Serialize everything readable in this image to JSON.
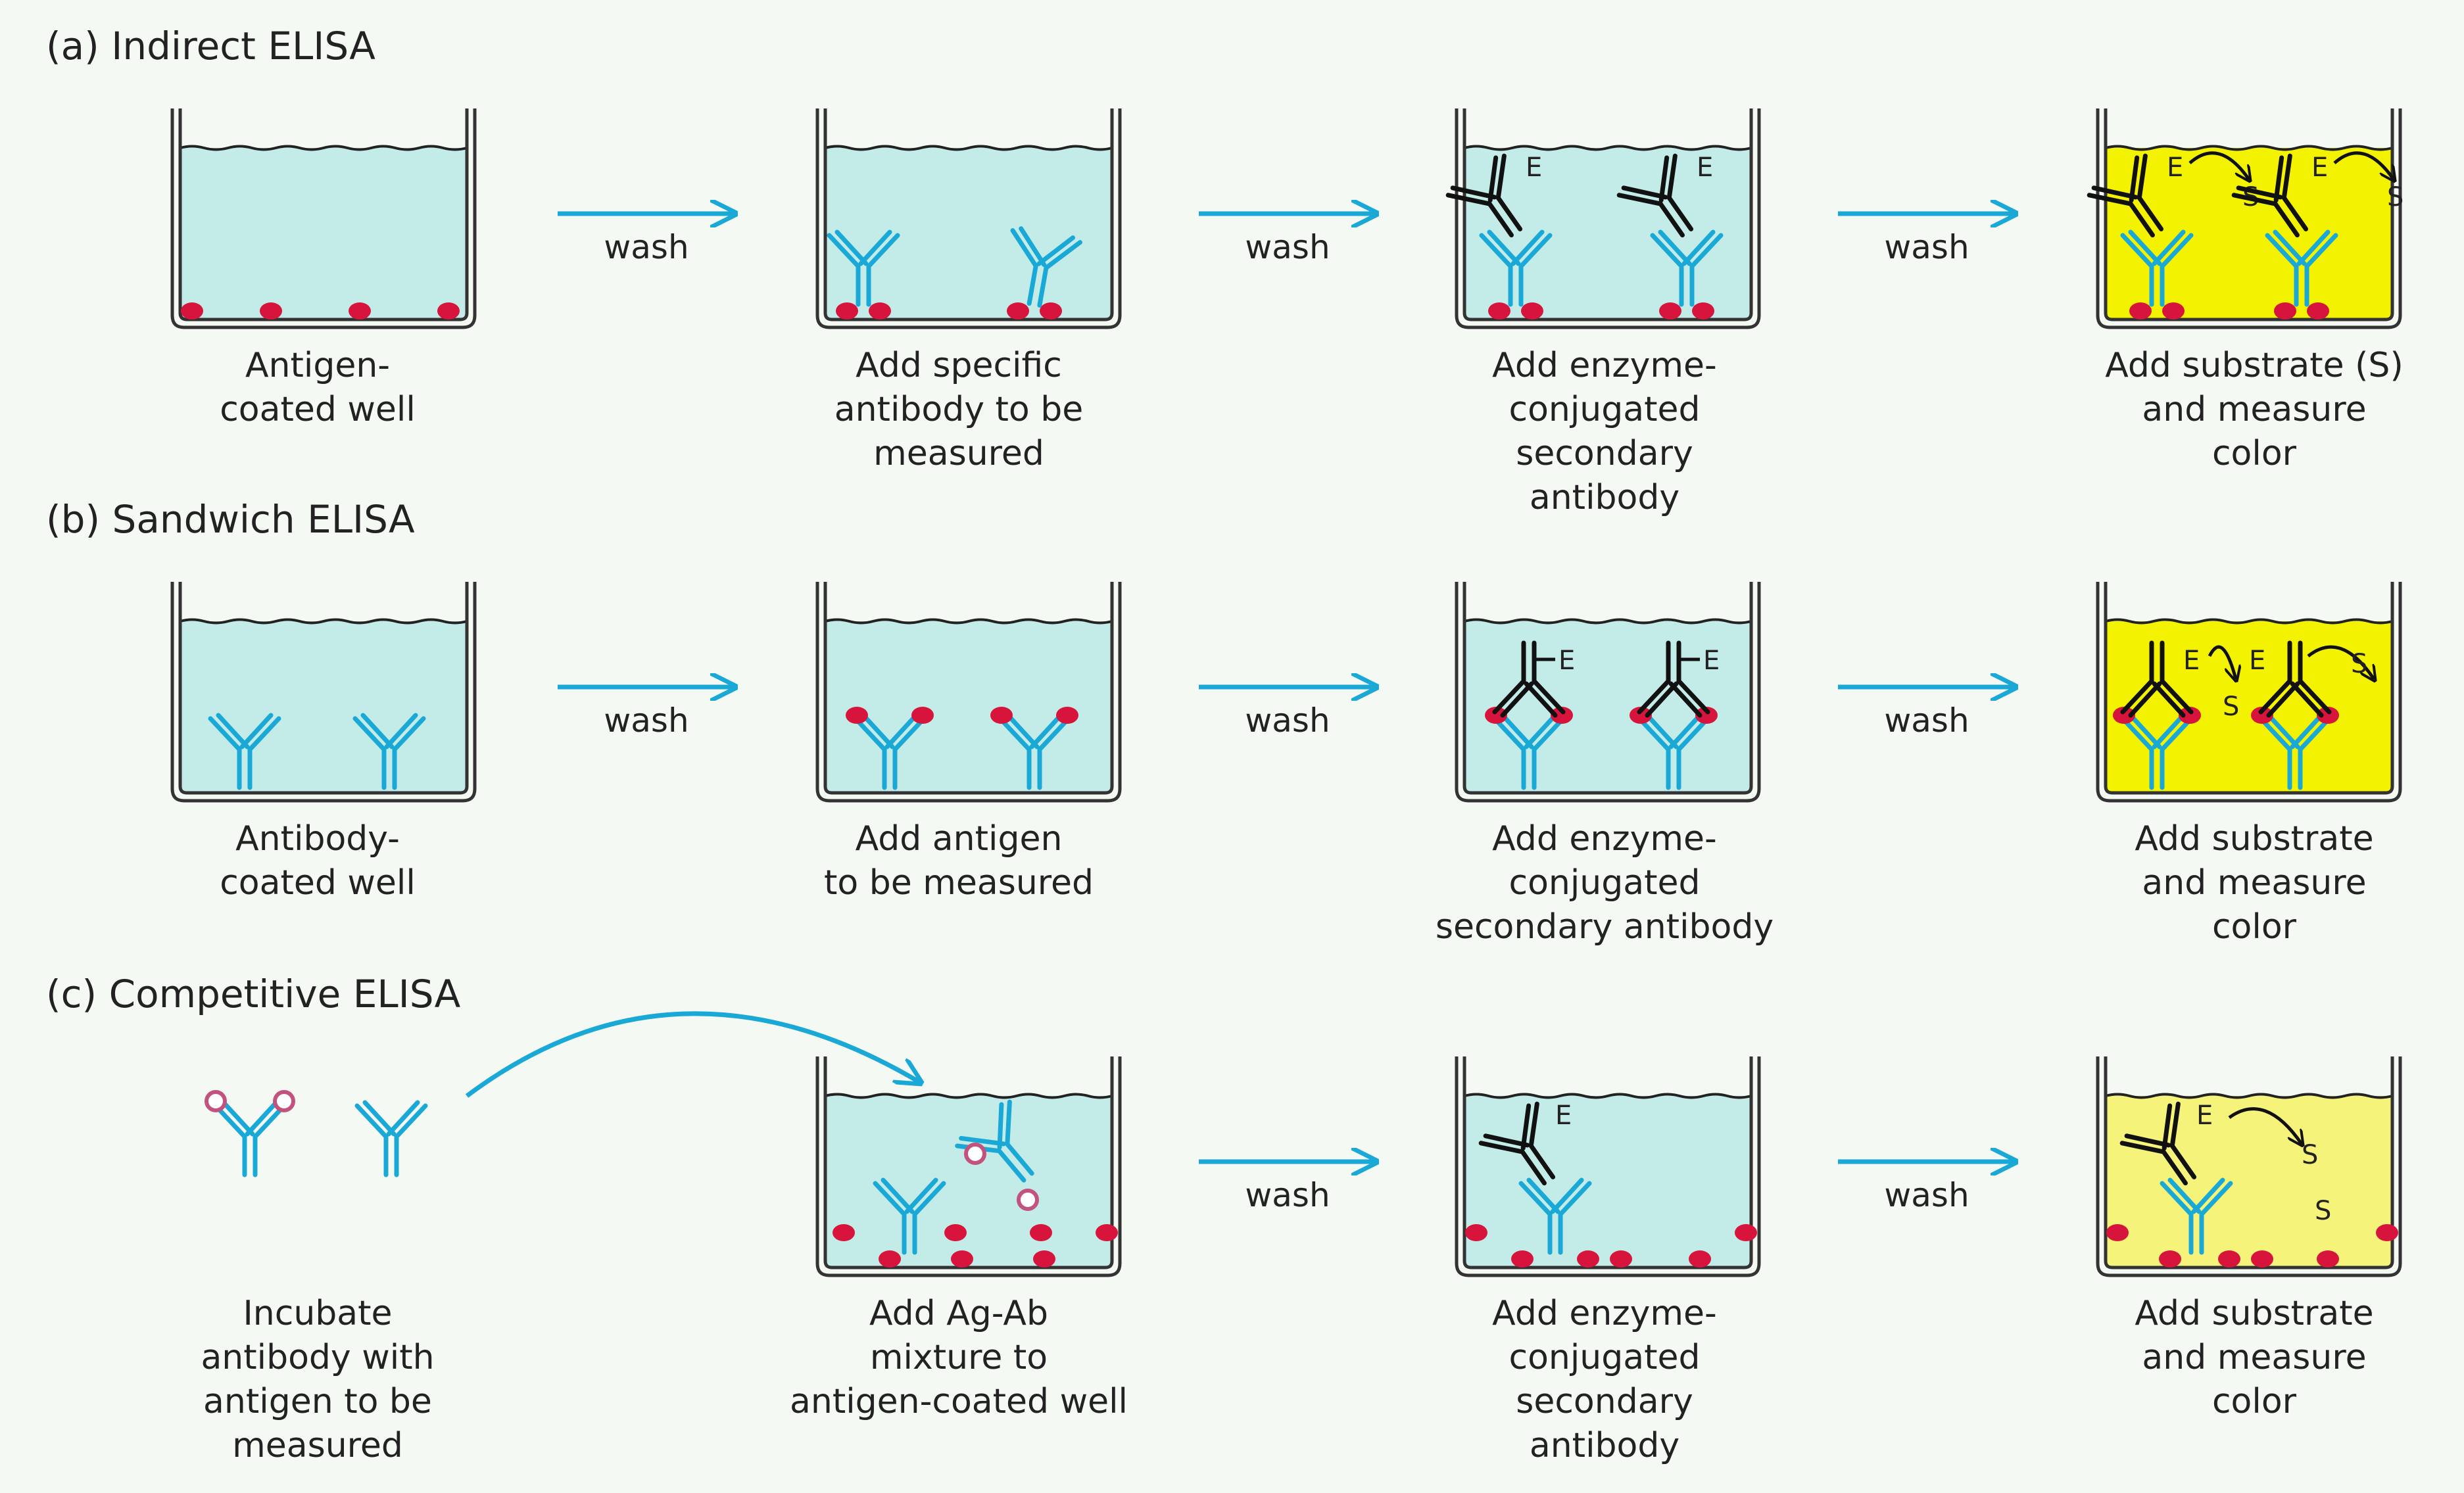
{
  "colors": {
    "background": "#f4faf3",
    "liquid": "#c3ebe8",
    "substrate_dark": "#f3f200",
    "substrate_light": "#f6f37a",
    "antibody_primary": "#1aa9d6",
    "antibody_secondary": "#111111",
    "antigen": "#d7143c",
    "antigen_free": "#c2527e",
    "arrow": "#1aa9d6",
    "text": "#222222"
  },
  "arrow_label": "wash",
  "enzyme_label": "E",
  "substrate_label": "S",
  "sections": [
    {
      "id": "indirect",
      "title": "(a) Indirect ELISA",
      "panels": [
        {
          "caption": [
            "Antigen-",
            "coated well"
          ]
        },
        {
          "caption": [
            "Add specific",
            "antibody to be",
            "measured"
          ]
        },
        {
          "caption": [
            "Add enzyme-",
            "conjugated",
            "secondary",
            "antibody"
          ]
        },
        {
          "caption": [
            "Add substrate (S)",
            "and measure",
            "color"
          ]
        }
      ]
    },
    {
      "id": "sandwich",
      "title": "(b) Sandwich ELISA",
      "panels": [
        {
          "caption": [
            "Antibody-",
            "coated well"
          ]
        },
        {
          "caption": [
            "Add antigen",
            "to be measured"
          ]
        },
        {
          "caption": [
            "Add enzyme-",
            "conjugated",
            "secondary antibody"
          ]
        },
        {
          "caption": [
            "Add substrate",
            "and measure",
            "color"
          ]
        }
      ]
    },
    {
      "id": "competitive",
      "title": "(c) Competitive ELISA",
      "panels": [
        {
          "caption": [
            "Incubate",
            "antibody with",
            "antigen to be",
            "measured"
          ]
        },
        {
          "caption": [
            "Add Ag-Ab",
            "mixture to",
            "antigen-coated well"
          ]
        },
        {
          "caption": [
            "Add enzyme-",
            "conjugated",
            "secondary",
            "antibody"
          ]
        },
        {
          "caption": [
            "Add substrate",
            "and measure",
            "color"
          ]
        }
      ]
    }
  ]
}
